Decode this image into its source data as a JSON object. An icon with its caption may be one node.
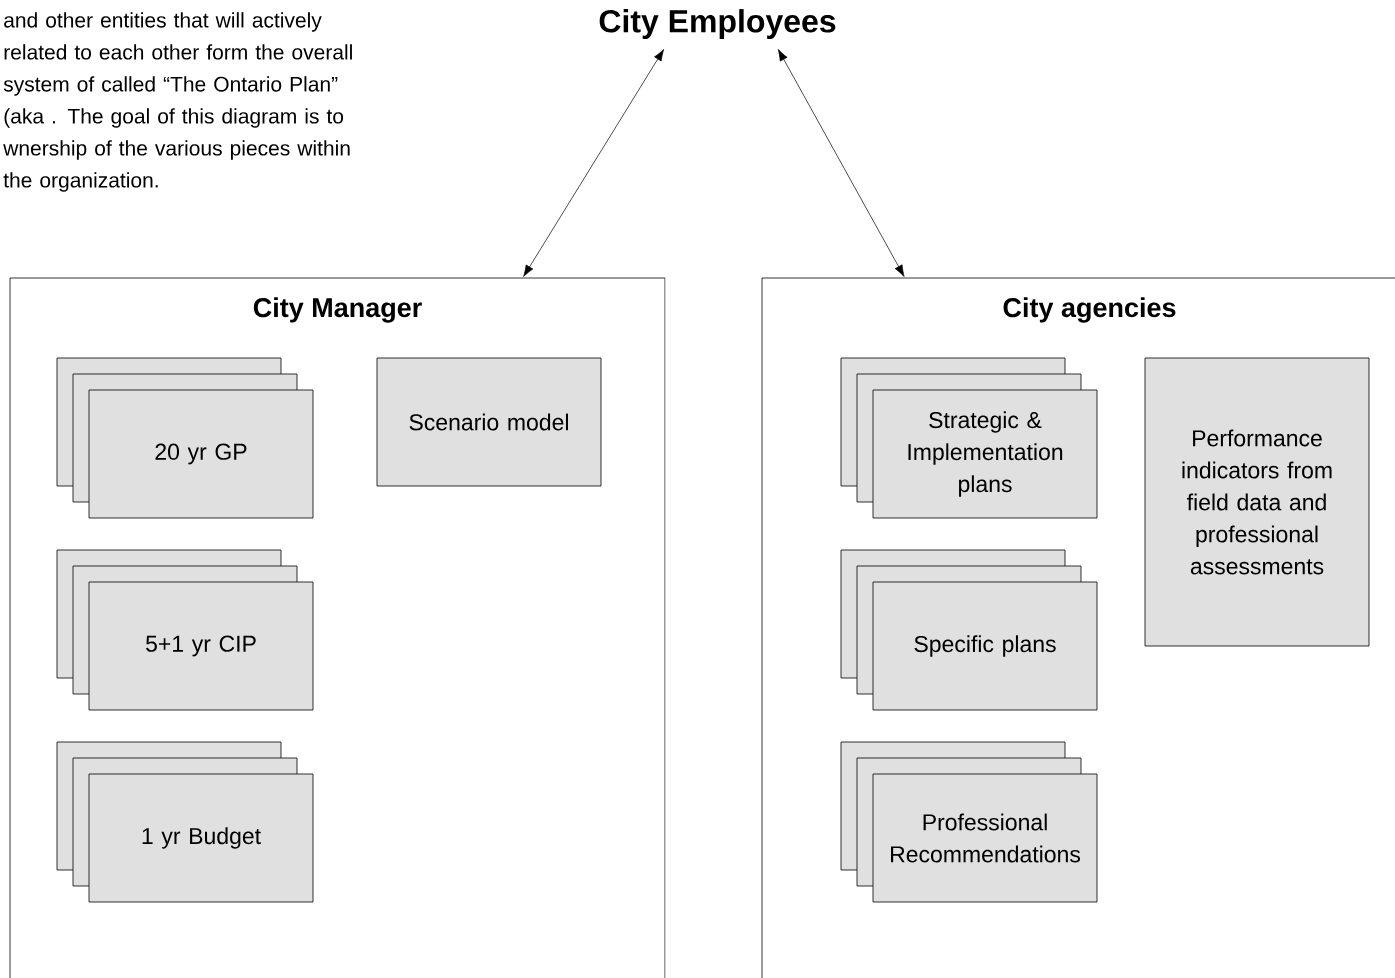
{
  "diagram": {
    "nodes": [
      {
        "text": [
          "City Employees"
        ]
      },
      {
        "text": [
          "City Manager"
        ]
      },
      {
        "text": [
          "20 yr GP"
        ],
        "in": 1
      },
      {
        "text": [
          "Scenario model"
        ],
        "in": 1
      },
      {
        "text": [
          "5+1 yr CIP"
        ],
        "in": 1
      },
      {
        "text": [
          "1 yr Budget"
        ],
        "in": 1
      },
      {
        "text": [
          "City agencies"
        ]
      },
      {
        "text": [
          "Strategic & Implementation plans"
        ],
        "in": 6
      },
      {
        "text": [
          "Specific plans"
        ],
        "in": 6
      },
      {
        "text": [
          "Professional Recommendations"
        ],
        "in": 6
      },
      {
        "text": [
          "Performance indicators from field data and professional assessments"
        ],
        "in": 6
      }
    ],
    "edges": [
      {
        "from": 0,
        "to": 1,
        "arrow": "both"
      },
      {
        "from": 0,
        "to": 6,
        "arrow": "both"
      }
    ],
    "labels": [
      "and other entities that will actively related to each other form the overall system of called “The Ontario Plan” (aka . The goal of this diagram is to wnership of the various pieces within the organization."
    ]
  }
}
